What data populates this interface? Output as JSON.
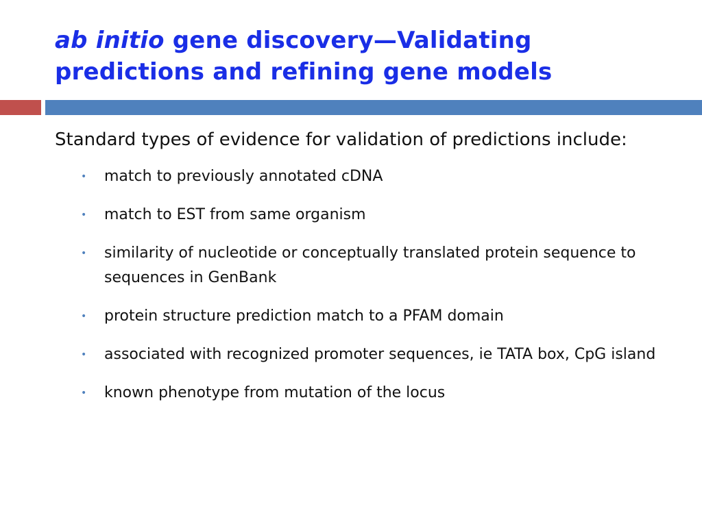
{
  "title": {
    "italic": "ab initio",
    "rest": " gene discovery—Validating predictions and refining gene models"
  },
  "colors": {
    "title": "#1a2ee6",
    "accent_bar": "#c0504d",
    "main_bar": "#4f81bd",
    "bullet": "#4f81bd",
    "text": "#111111"
  },
  "body": {
    "lead": "Standard types of evidence for validation of predictions include:",
    "bullets": [
      "match to previously annotated cDNA",
      "match to EST from same organism",
      "similarity of nucleotide or conceptually translated protein sequence to sequences in GenBank",
      "protein structure prediction match to a PFAM domain",
      "associated with recognized promoter sequences, ie TATA box, CpG island",
      "known phenotype from mutation of the locus"
    ]
  }
}
